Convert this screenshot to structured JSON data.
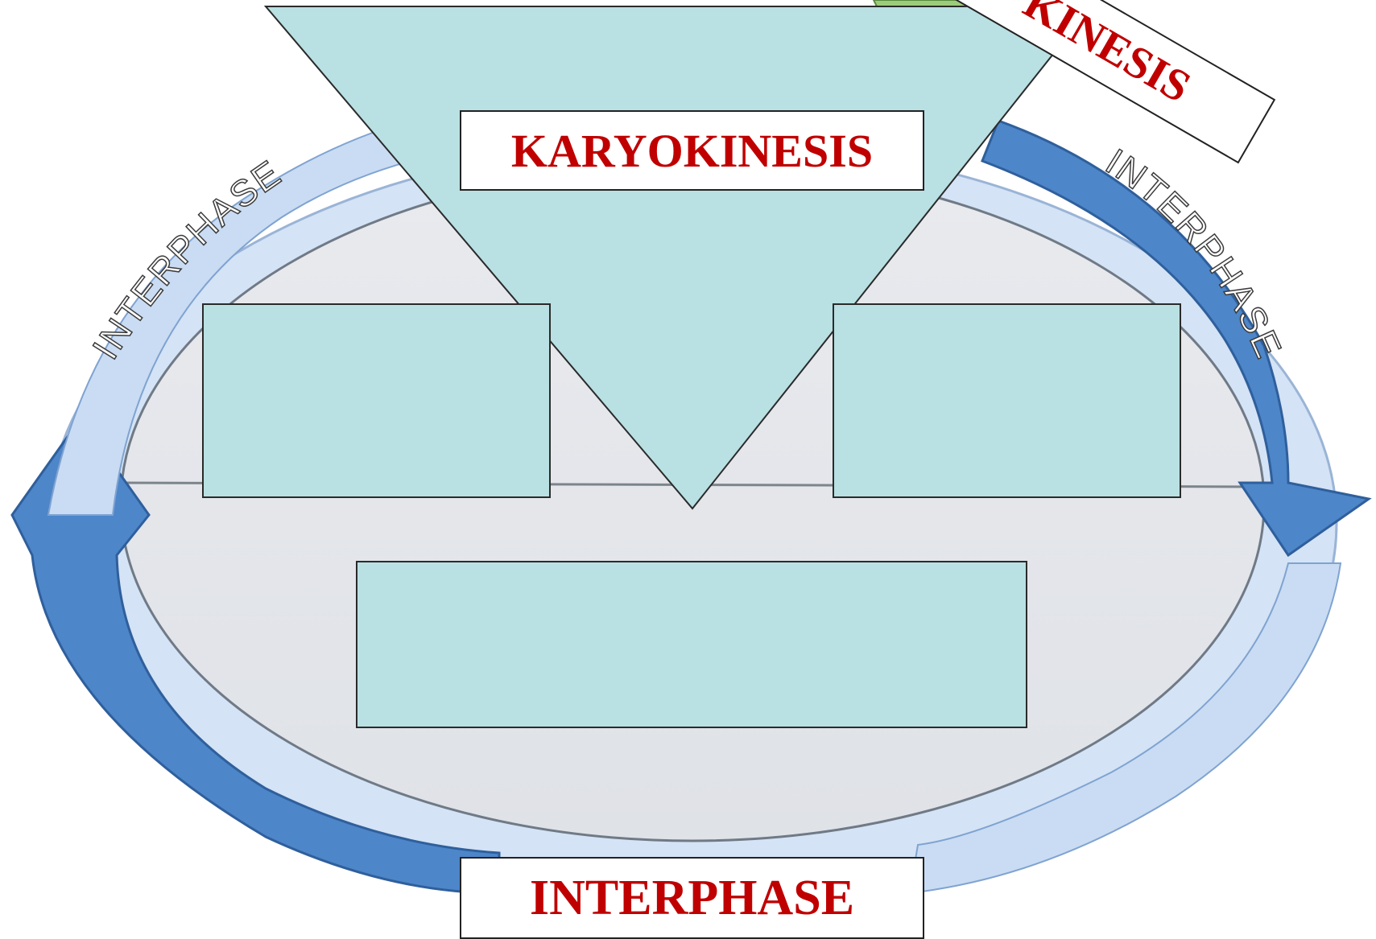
{
  "diagram": {
    "karyokinesis_label": "KARYOKINESIS",
    "interphase_bottom_label": "INTERPHASE",
    "cytokinesis_partial_label": "KINESIS",
    "arrow_text_left": "INTERPHASE",
    "arrow_text_right": "INTERPHASE"
  },
  "colors": {
    "box_fill": "#b9e0e3",
    "label_text": "#c00000",
    "arrow_blue": "#4d86c9",
    "arrow_light": "#c9dcf3",
    "ellipse_fill": "#e6e8ec",
    "green_tab": "#9ccc7a"
  }
}
